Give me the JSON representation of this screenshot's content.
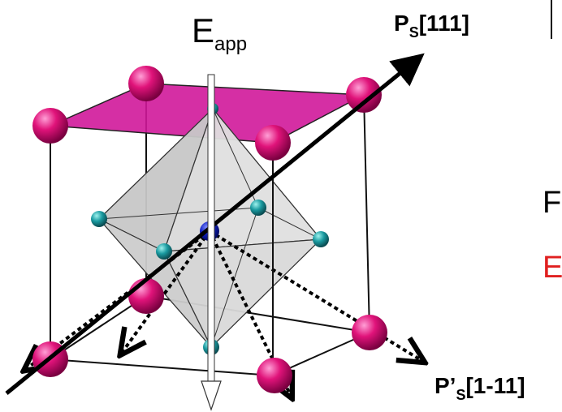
{
  "labels": {
    "e_app": {
      "main": "E",
      "sub": "app"
    },
    "ps_111": {
      "main": "P",
      "sub": "S",
      "suffix": "[111]"
    },
    "ps_prime": {
      "main": "P’",
      "sub": "S",
      "suffix": "[1-11]"
    },
    "right_char_1": "F",
    "right_char_2": "E"
  },
  "colors": {
    "a_site": "#e0137a",
    "b_site": "#1a9aa0",
    "center_ion": "#1020c0",
    "top_face": "#d0189a",
    "octahedron": "#cfcfcf",
    "right_char_2": "#e02020"
  }
}
